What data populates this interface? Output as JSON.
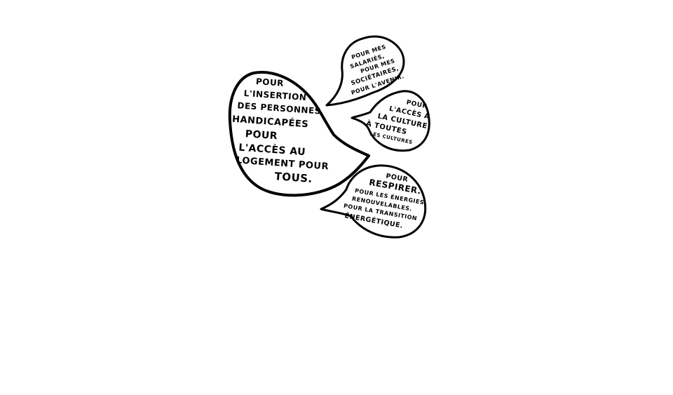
{
  "bubbles": [
    {
      "id": "large",
      "lines": [
        "POUR",
        "L'INSERTION",
        "DES PERSONNES",
        "HANDICAPÉES",
        "POUR",
        "L'ACCÈS AU",
        "LOGEMENT POUR",
        "TOUS."
      ]
    },
    {
      "id": "top",
      "lines": [
        "POUR MES",
        "SALARIÉS,",
        "POUR MES",
        "SOCIÉTAIRES,",
        "POUR L'AVENIR."
      ]
    },
    {
      "id": "middle",
      "lines": [
        "POUR",
        "L'ACCÈS À",
        "LA CULTURE",
        "À TOUTES",
        "LES CULTURES"
      ]
    },
    {
      "id": "bottom",
      "lines": [
        "POUR",
        "RESPIRER.",
        "POUR LES ÉNERGIES",
        "RENOUVELABLES.",
        "POUR LA TRANSITION",
        "ÉNERGÉTIQUE."
      ]
    }
  ],
  "colors": {
    "ink": "#000000",
    "paper": "#ffffff"
  }
}
